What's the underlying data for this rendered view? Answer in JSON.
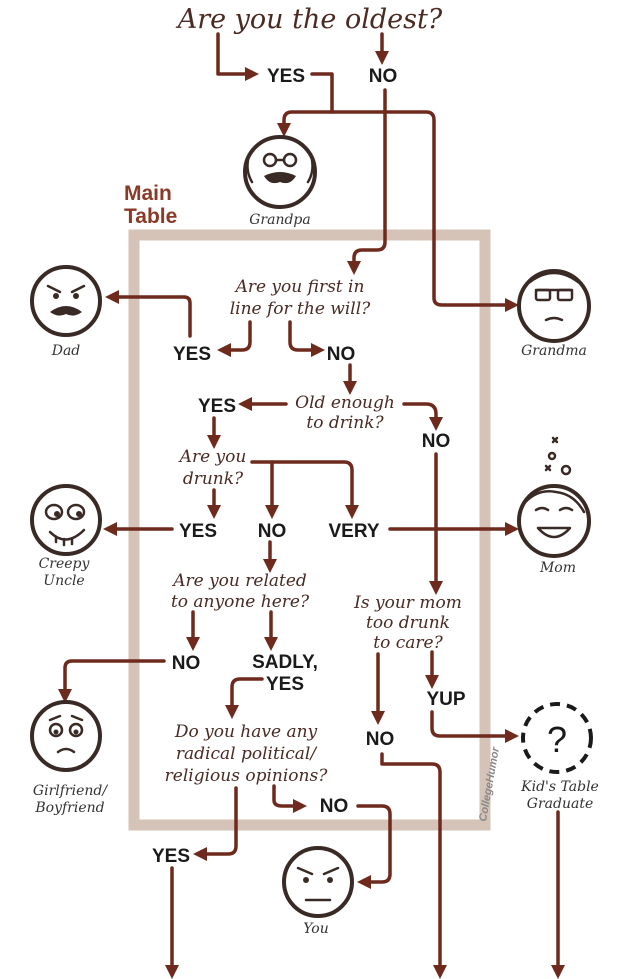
{
  "questions": {
    "oldest": "Are you the oldest?",
    "will_line1": "Are you first in",
    "will_line2": "line for the will?",
    "drink_line1": "Old enough",
    "drink_line2": "to drink?",
    "drunk_line1": "Are you",
    "drunk_line2": "drunk?",
    "related_line1": "Are you related",
    "related_line2": "to anyone here?",
    "mom_line1": "Is your mom",
    "mom_line2": "too drunk",
    "mom_line3": "to care?",
    "opinions_line1": "Do you have any",
    "opinions_line2": "radical political/",
    "opinions_line3": "religious opinions?"
  },
  "answers": {
    "oldest_yes": "YES",
    "oldest_no": "NO",
    "will_yes": "YES",
    "will_no": "NO",
    "drink_yes": "YES",
    "drink_no": "NO",
    "drunk_yes": "YES",
    "drunk_no": "NO",
    "drunk_very": "VERY",
    "related_no": "NO",
    "related_sadly": "SADLY,",
    "related_yes": "YES",
    "mom_yup": "YUP",
    "mom_no": "NO",
    "opinions_yes": "YES",
    "opinions_no": "NO"
  },
  "results": {
    "grandpa": "Grandpa",
    "dad": "Dad",
    "grandma": "Grandma",
    "creepy_uncle_line1": "Creepy",
    "creepy_uncle_line2": "Uncle",
    "mom": "Mom",
    "girlfriend_line1": "Girlfriend/",
    "girlfriend_line2": "Boyfriend",
    "kids_table_line1": "Kid's Table",
    "kids_table_line2": "Graduate",
    "you": "You",
    "question_mark": "?"
  },
  "main_table": {
    "line1": "Main",
    "line2": "Table"
  },
  "watermark": "CollegeHumor",
  "colors": {
    "arrow": "#6e2a1d",
    "table_border": "#d5c3b7",
    "title": "#8a3a26"
  }
}
